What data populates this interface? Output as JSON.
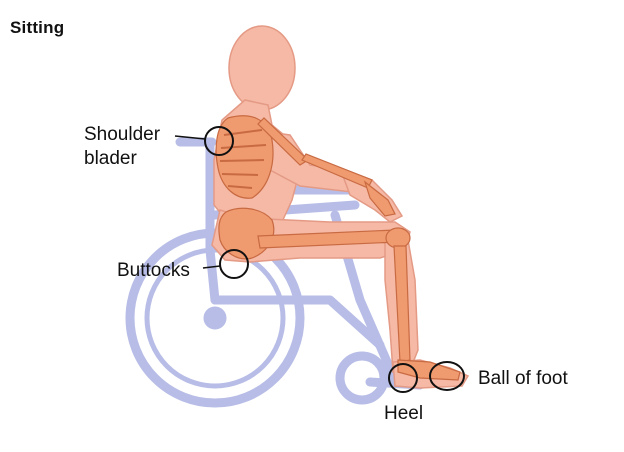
{
  "title": "Sitting",
  "labels": {
    "shoulder_line1": "Shoulder",
    "shoulder_line2": "blader",
    "buttocks": "Buttocks",
    "heel": "Heel",
    "ball_of_foot": "Ball of foot"
  },
  "colors": {
    "skin": "#f5b9a5",
    "skin_edge": "#e49a85",
    "bone": "#f09a6f",
    "bone_edge": "#c86a42",
    "wheelchair": "#b7bde6",
    "marker": "#111111"
  }
}
